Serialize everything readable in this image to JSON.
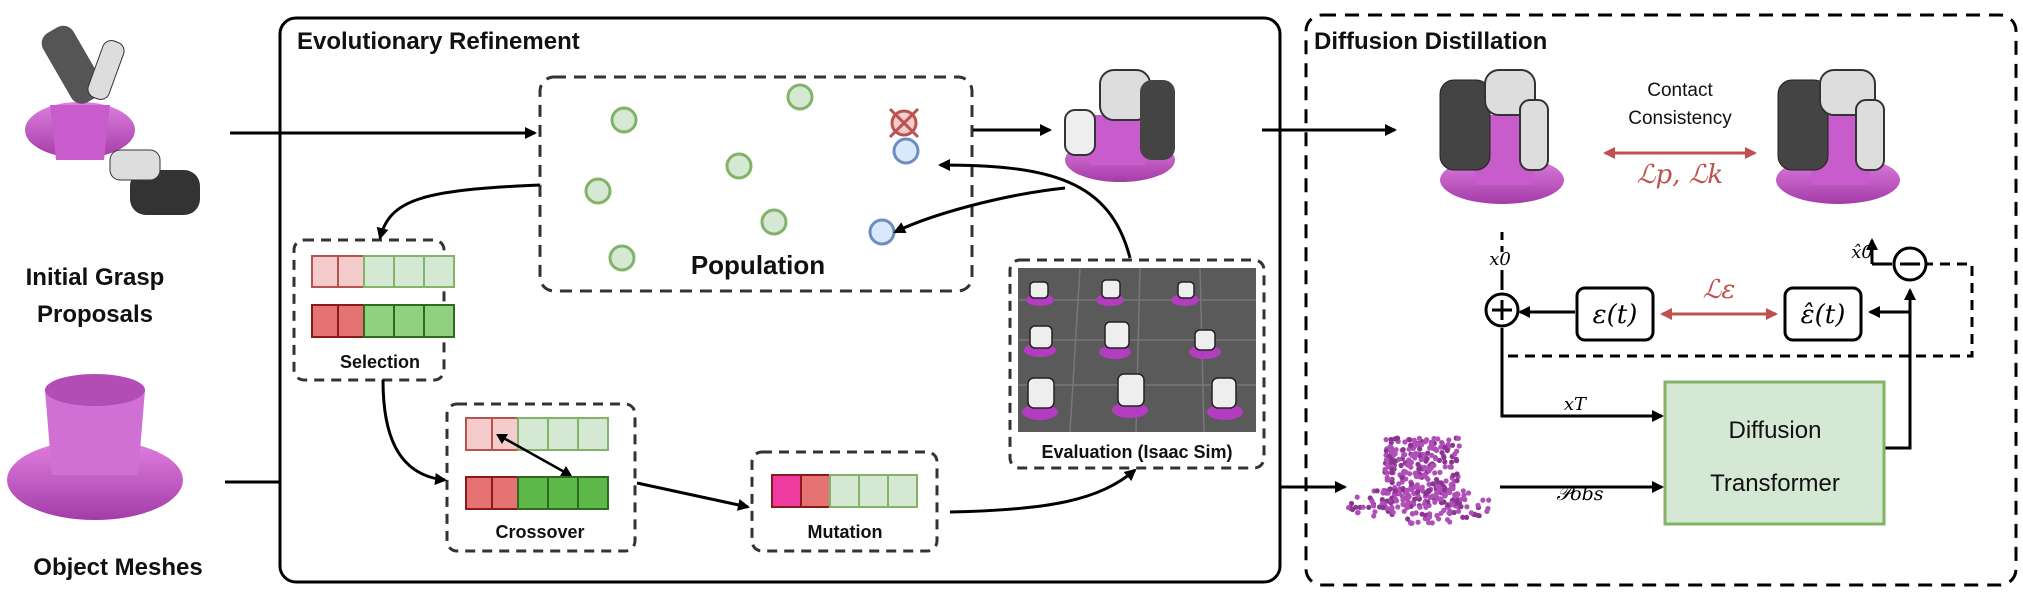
{
  "left": {
    "grasp_label_line1": "Initial Grasp",
    "grasp_label_line2": "Proposals",
    "meshes_label": "Object Meshes"
  },
  "evolution": {
    "title": "Evolutionary Refinement",
    "population_label": "Population",
    "selection_label": "Selection",
    "crossover_label": "Crossover",
    "mutation_label": "Mutation",
    "evaluation_label": "Evaluation (Isaac Sim)"
  },
  "diffusion": {
    "title": "Diffusion Distillation",
    "contact_line1": "Contact",
    "contact_line2": "Consistency",
    "loss_pk": "ℒp, ℒk",
    "loss_eps": "ℒε",
    "eps_t": "ε(t)",
    "eps_hat_t": "ε̂(t)",
    "x0": "x0",
    "x0_hat": "x̂0",
    "xT": "xT",
    "p_obs": "𝒫obs",
    "transformer_line1": "Diffusion",
    "transformer_line2": "Transformer"
  },
  "colors": {
    "loss_red": "#c0504d",
    "green_fill": "#d5e8d4",
    "green_stroke": "#82b366",
    "purple": "#c24fc7",
    "blue": "#6c8ebf"
  }
}
